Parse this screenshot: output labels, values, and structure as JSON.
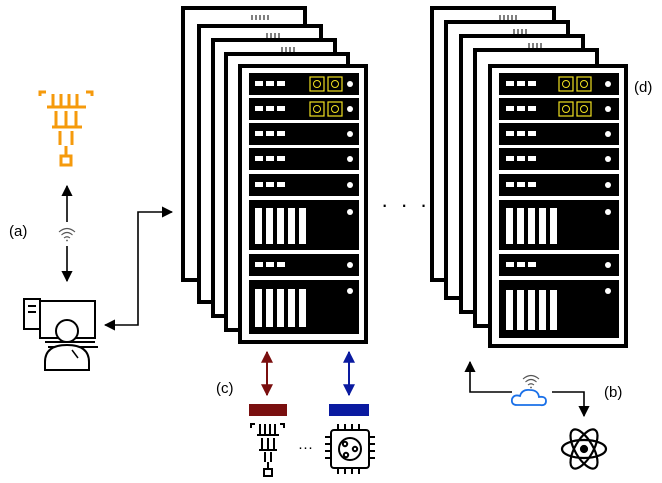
{
  "labels": {
    "a": "(a)",
    "b": "(b)",
    "c": "(c)",
    "d": "(d)"
  },
  "ellipses": {
    "between_clusters": "· · ·",
    "between_devices": "···"
  },
  "colors": {
    "quantum_computer_left": "#f59a0c",
    "chip_highlight": "#f0e020",
    "link_dark_red": "#7a0f0f",
    "link_dark_blue": "#0a1aa0",
    "cloud": "#1a70e8",
    "rack": "#000000"
  },
  "icons": [
    "quantum-computer-icon",
    "wifi-icon",
    "user-workstation-icon",
    "server-rack-icon",
    "processor-chip-icon",
    "cloud-icon",
    "atom-icon"
  ]
}
